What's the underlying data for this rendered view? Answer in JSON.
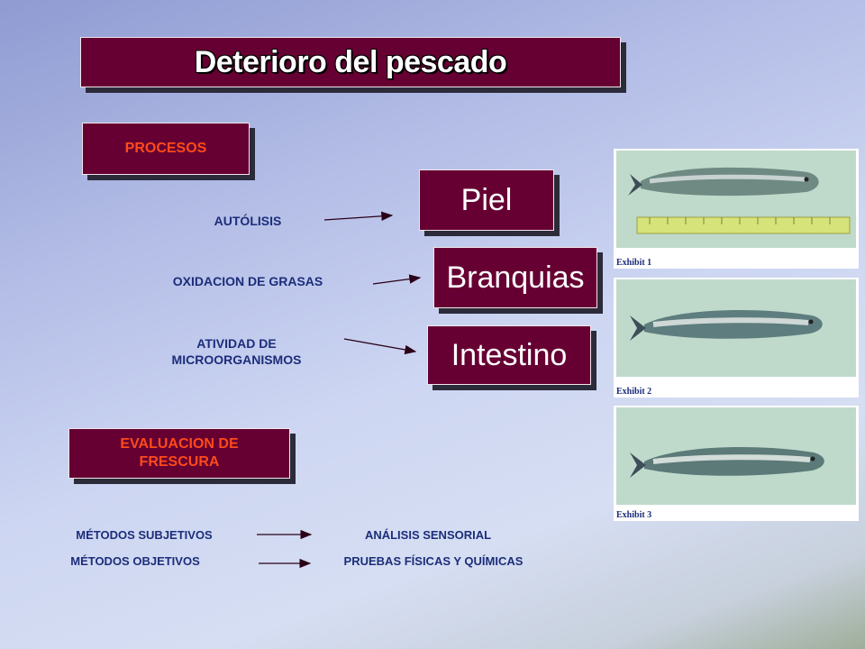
{
  "title": "Deterioro del pescado",
  "sections": {
    "procesos": "PROCESOS",
    "evaluacion": "EVALUACION DE FRESCURA"
  },
  "processes": [
    {
      "cause": "AUTÓLISIS",
      "target": "Piel"
    },
    {
      "cause": "OXIDACION DE GRASAS",
      "target": "Branquias"
    },
    {
      "cause": "ATIVIDAD DE MICROORGANISMOS",
      "target": "Intestino"
    }
  ],
  "methods": [
    {
      "name": "MÉTODOS SUBJETIVOS",
      "result": "ANÁLISIS SENSORIAL"
    },
    {
      "name": "MÉTODOS OBJETIVOS",
      "result": "PRUEBAS FÍSICAS Y QUÍMICAS"
    }
  ],
  "exhibits": [
    {
      "caption": "Exhibit 1"
    },
    {
      "caption": "Exhibit 2"
    },
    {
      "caption": "Exhibit 3"
    }
  ],
  "colors": {
    "box_fill": "#660033",
    "section_text": "#ff4a1a",
    "label_text": "#1c2d7a"
  }
}
